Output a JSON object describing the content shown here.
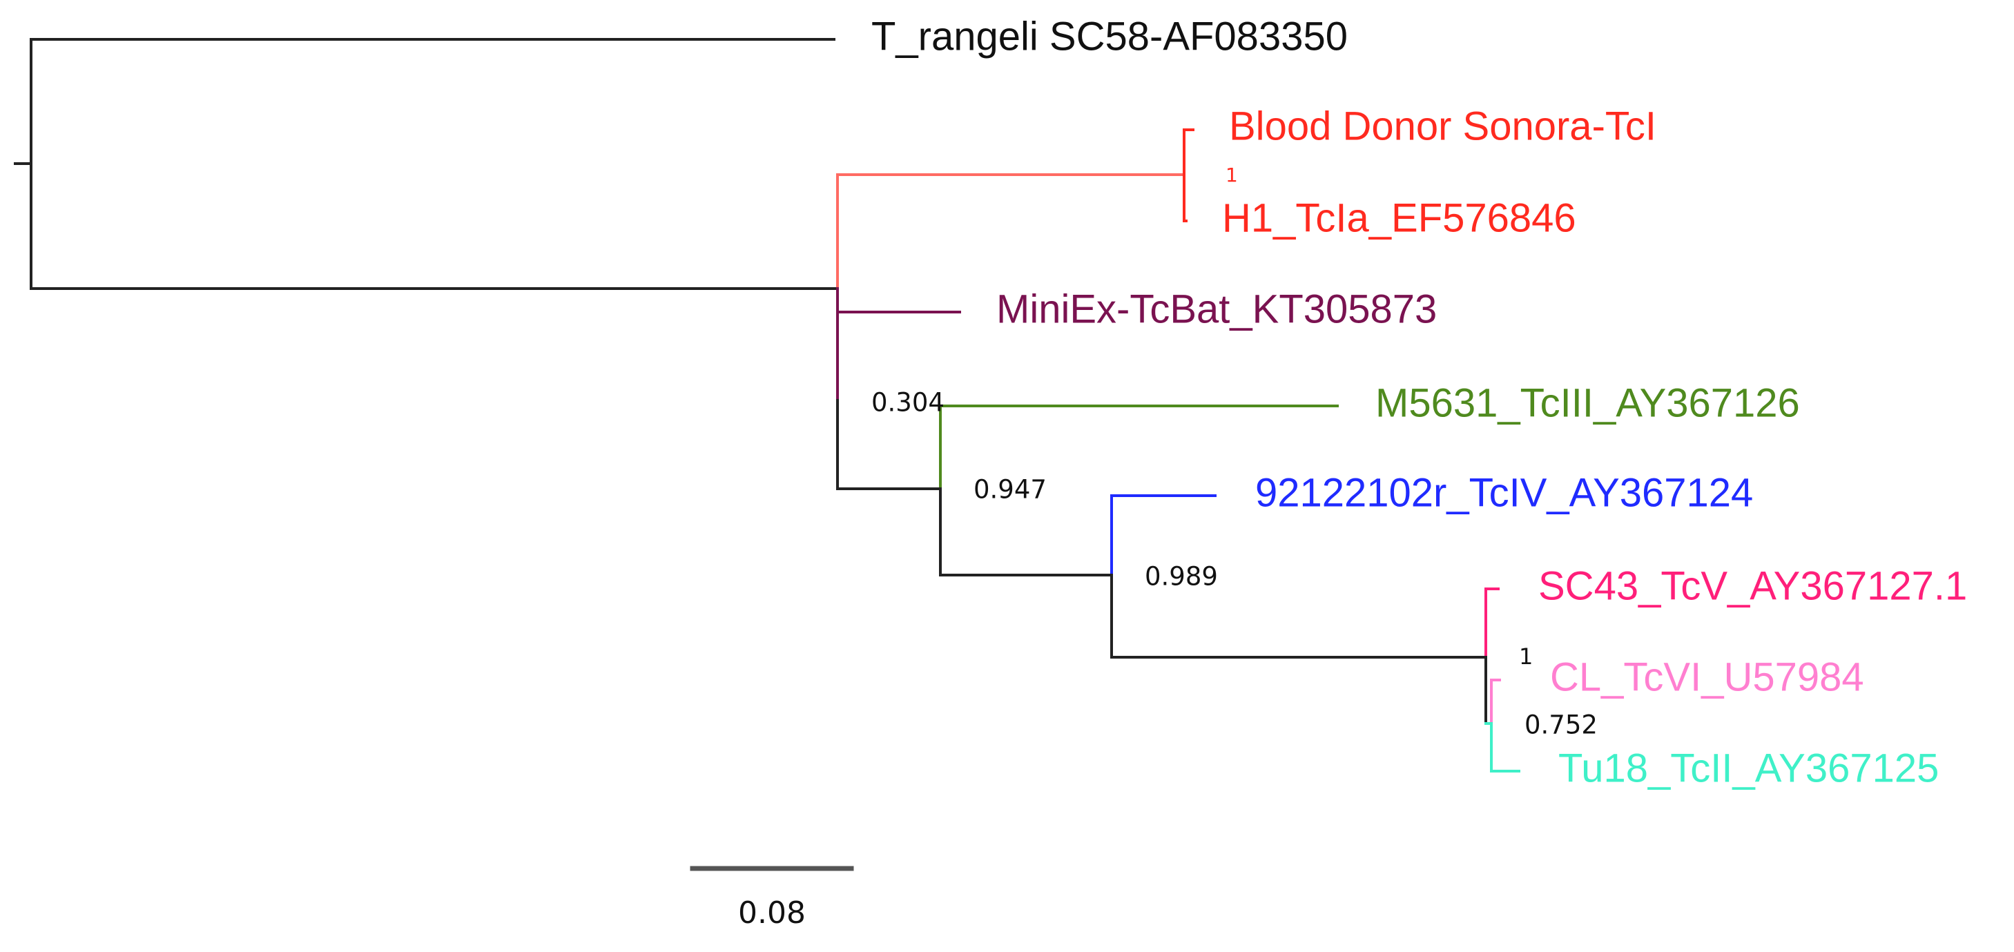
{
  "tree": {
    "leaves": [
      {
        "id": "trangeli",
        "label": "T_rangeli SC58-AF083350",
        "color": "#111111"
      },
      {
        "id": "blooddonor",
        "label": "Blood Donor Sonora-TcI",
        "color": "#ff2a1f"
      },
      {
        "id": "h1",
        "label": "H1_TcIa_EF576846",
        "color": "#ff2a1f"
      },
      {
        "id": "miniex",
        "label": "MiniEx-TcBat_KT305873",
        "color": "#7a1250"
      },
      {
        "id": "m5631",
        "label": "M5631_TcIII_AY367126",
        "color": "#4f8a1e"
      },
      {
        "id": "tcIV",
        "label": "92122102r_TcIV_AY367124",
        "color": "#1f2bff"
      },
      {
        "id": "sc43",
        "label": "SC43_TcV_AY367127.1",
        "color": "#ff1f7a"
      },
      {
        "id": "cl",
        "label": "CL_TcVI_U57984",
        "color": "#ff7fd0"
      },
      {
        "id": "tu18",
        "label": "Tu18_TcII_AY367125",
        "color": "#3ff0c8"
      }
    ],
    "support_values": [
      {
        "id": "s_h1",
        "text": "1"
      },
      {
        "id": "s_m5631",
        "text": "0.304"
      },
      {
        "id": "s_tcIV",
        "text": "0.947"
      },
      {
        "id": "s_tcV",
        "text": "0.989"
      },
      {
        "id": "s_cl",
        "text": "1"
      },
      {
        "id": "s_tu18",
        "text": "0.752"
      }
    ]
  },
  "scale_bar": {
    "label": "0.08",
    "value": 0.08
  },
  "colors": {
    "backbone": "#222222",
    "tcI": "#ff2a1f",
    "tcBat": "#7a1250",
    "tcIII": "#4f8a1e",
    "tcIV": "#1f2bff",
    "tcV": "#ff1f7a",
    "tcVI": "#ff7fd0",
    "tcII": "#3ff0c8"
  }
}
